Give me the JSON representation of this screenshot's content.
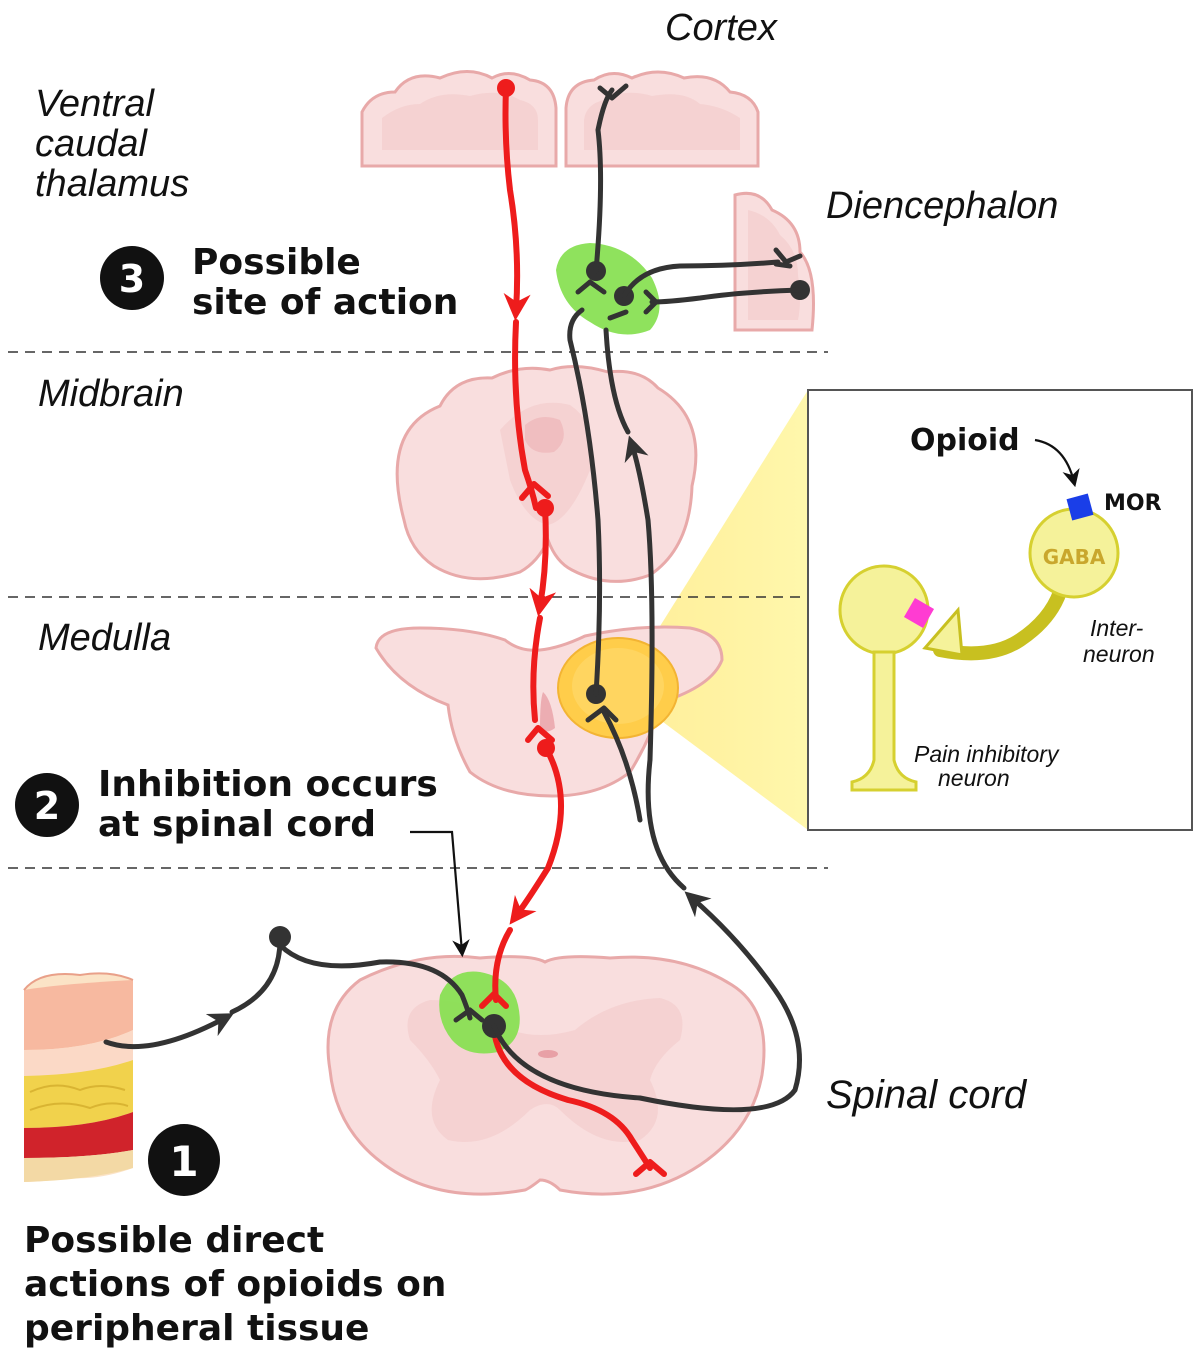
{
  "labels": {
    "cortex": "Cortex",
    "thalamus_line1": "Ventral",
    "thalamus_line2": "caudal",
    "thalamus_line3": "thalamus",
    "diencephalon": "Diencephalon",
    "midbrain": "Midbrain",
    "medulla": "Medulla",
    "spinal_cord": "Spinal cord"
  },
  "steps": [
    {
      "number": "3",
      "line1": "Possible",
      "line2": "site of action"
    },
    {
      "number": "2",
      "line1": "Inhibition occurs",
      "line2": "at spinal cord"
    },
    {
      "number": "1",
      "line1": "Possible direct",
      "line2": "actions of opioids on",
      "line3": "peripheral tissue"
    }
  ],
  "inset": {
    "opioid": "Opioid",
    "receptor": "MOR",
    "interneuron_type": "GABA",
    "interneuron_line1": "Inter-",
    "interneuron_line2": "neuron",
    "pain_line1": "Pain inhibitory",
    "pain_line2": "neuron"
  },
  "colors": {
    "ascending_pathway": "#ee1c1c",
    "descending_pathway": "#333333",
    "action_site": "#86e04f",
    "inset_neuron": "#e8e86a",
    "mor_receptor": "#1a3ee8",
    "synapse_receptor": "#ff3cd2"
  }
}
